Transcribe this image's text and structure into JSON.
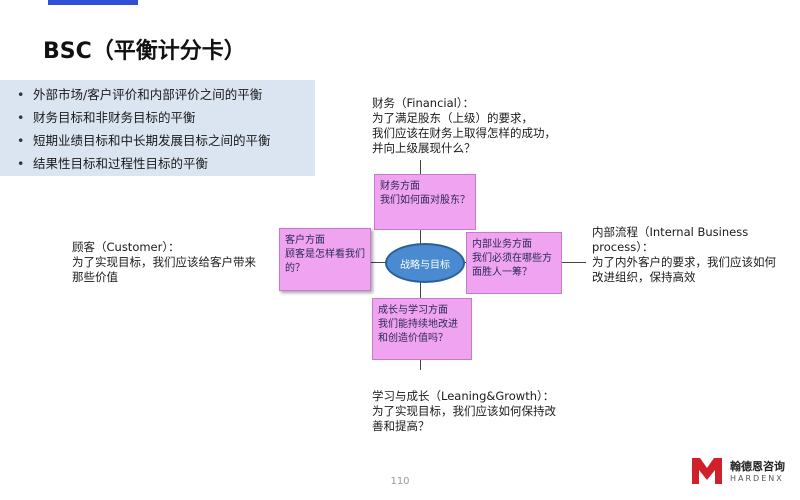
{
  "title": "BSC（平衡计分卡）",
  "bullets": [
    "外部市场/客户评价和内部评价之间的平衡",
    "财务目标和非财务目标的平衡",
    "短期业绩目标和中长期发展目标之间的平衡",
    "结果性目标和过程性目标的平衡"
  ],
  "financial_text": {
    "line1": "财务（Financial）：",
    "line2": "为了满足股东（上级）的要求，",
    "line3": "我们应该在财务上取得怎样的成功，",
    "line4": "并向上级展现什么？"
  },
  "customer_text": {
    "line1": "顾客（Customer）：",
    "line2": "为了实现目标，我们应该给客户带来",
    "line3": "那些价值"
  },
  "internal_text": {
    "line1": "内部流程（Internal Business",
    "line2": "process）：",
    "line3": "为了内外客户的要求，我们应该如何",
    "line4": "改进组织，保持高效"
  },
  "growth_text": {
    "line1": "学习与成长（Leaning&Growth）：",
    "line2": "为了实现目标，我们应该如何保持改",
    "line3": "善和提高？"
  },
  "diagram": {
    "center": "战略与目标",
    "financial_box": {
      "line1": "财务方面",
      "line2": "我们如何面对股东？"
    },
    "customer_box": {
      "line1": "客户方面",
      "line2": "顾客是怎样看我们",
      "line3": "的？"
    },
    "internal_box": {
      "line1": "内部业务方面",
      "line2": "我们必须在哪些方",
      "line3": "面胜人一筹？"
    },
    "growth_box": {
      "line1": "成长与学习方面",
      "line2": "我们能持续地改进",
      "line3": "和创造价值吗？"
    }
  },
  "page_number": "110",
  "logo": {
    "cn": "翰德恩咨询",
    "en": "HARDENX"
  },
  "colors": {
    "accent_bar": "#2e4fd6",
    "bullet_bg": "#dbe4f1",
    "box_fill": "#f0a3f0",
    "center_fill": "#4a8ad0",
    "logo_red": "#d0202a"
  }
}
